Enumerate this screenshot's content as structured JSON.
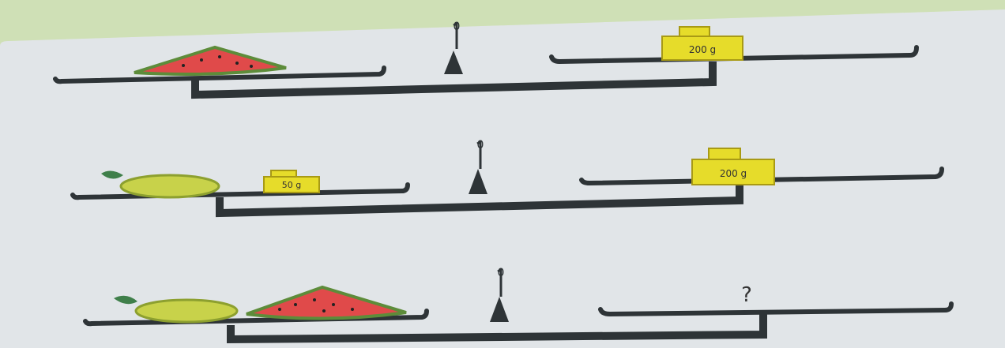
{
  "scales": [
    {
      "left_items": [
        "watermelon slice"
      ],
      "right_weight_label": "200 g",
      "pointer_label": "0"
    },
    {
      "left_items": [
        "lemon"
      ],
      "left_weight_label": "50 g",
      "right_weight_label": "200 g",
      "pointer_label": "0"
    },
    {
      "left_items": [
        "lemon",
        "watermelon slice"
      ],
      "right_unknown_label": "?",
      "pointer_label": "0"
    }
  ],
  "colors": {
    "background": "#e9ece7",
    "page": "#e1e5e8",
    "beam": "#2e3437",
    "weight_fill": "#e6dc2a",
    "watermelon_flesh": "#e04a4a",
    "watermelon_rind": "#5d8c3a",
    "lemon": "#c8d24a",
    "leaf": "#3f7f4a"
  },
  "icons": [
    "watermelon-icon",
    "lemon-icon",
    "weight-icon",
    "pointer-icon"
  ]
}
